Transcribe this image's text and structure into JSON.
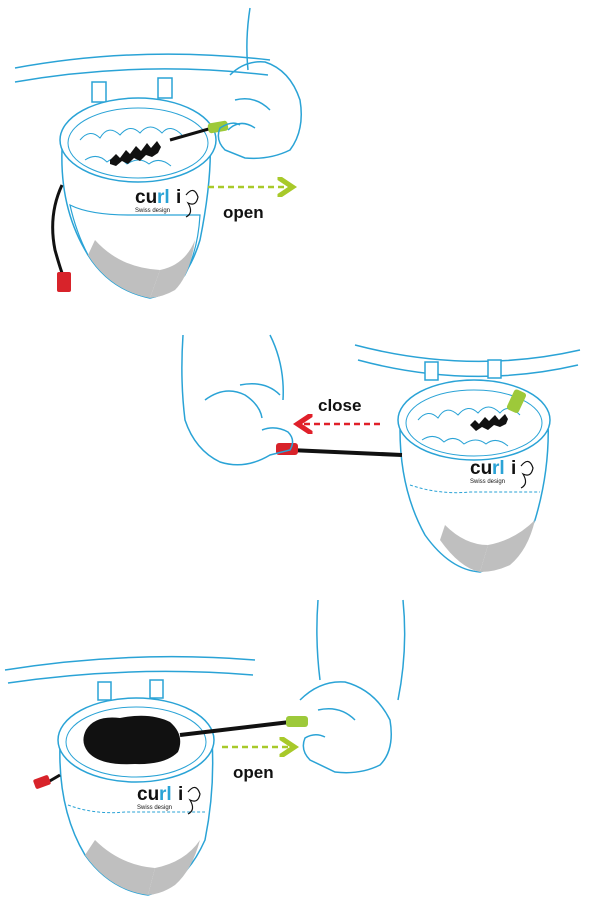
{
  "colors": {
    "outline": "#2aa3d6",
    "bag_fill": "#ffffff",
    "bottom_gray": "#bfbfbf",
    "open_arrow": "#a8c92a",
    "close_arrow": "#e0202a",
    "green_toggle": "#9dc93a",
    "red_toggle": "#d8232a",
    "cord": "#111111",
    "brand_teal": "#2aa3d6",
    "brand_dark": "#111111"
  },
  "panels": [
    {
      "id": "open-top",
      "label": "open",
      "arrow_direction": "right",
      "arrow_color_key": "open_arrow",
      "brand": {
        "c": "cu",
        "accent": "rl",
        "i": "i",
        "tagline": "Swiss design"
      }
    },
    {
      "id": "close-middle",
      "label": "close",
      "arrow_direction": "left",
      "arrow_color_key": "close_arrow",
      "brand": {
        "c": "cu",
        "accent": "rl",
        "i": "i",
        "tagline": "Swiss design"
      }
    },
    {
      "id": "open-bottom",
      "label": "open",
      "arrow_direction": "right",
      "arrow_color_key": "open_arrow",
      "brand": {
        "c": "cu",
        "accent": "rl",
        "i": "i",
        "tagline": "Swiss design"
      }
    }
  ]
}
